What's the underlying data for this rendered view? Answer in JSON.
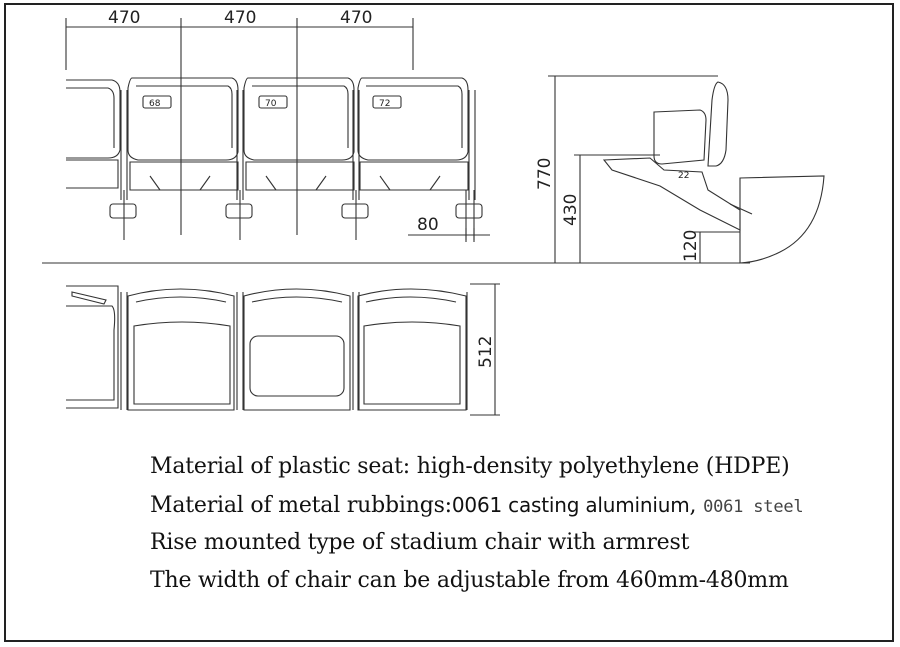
{
  "front_view": {
    "seat_widths": [
      "470",
      "470",
      "470"
    ],
    "seat_numbers": [
      "68",
      "70",
      "72"
    ],
    "foot_spacing": "80"
  },
  "side_view": {
    "total_height": "770",
    "seat_height": "430",
    "riser_height": "120",
    "seat_label": "22"
  },
  "top_view": {
    "seat_depth": "512"
  },
  "notes": {
    "line1": "Material of plastic seat: high-density polyethylene (HDPE)",
    "line2_prefix": "Material of metal rubbings:",
    "line2_casting": "0061 casting aluminium",
    "line2_sep": ", ",
    "line2_steel": "0061 steel",
    "line3": "Rise mounted type of stadium chair with armrest",
    "line4": "The width of chair can be adjustable from 460mm-480mm"
  }
}
